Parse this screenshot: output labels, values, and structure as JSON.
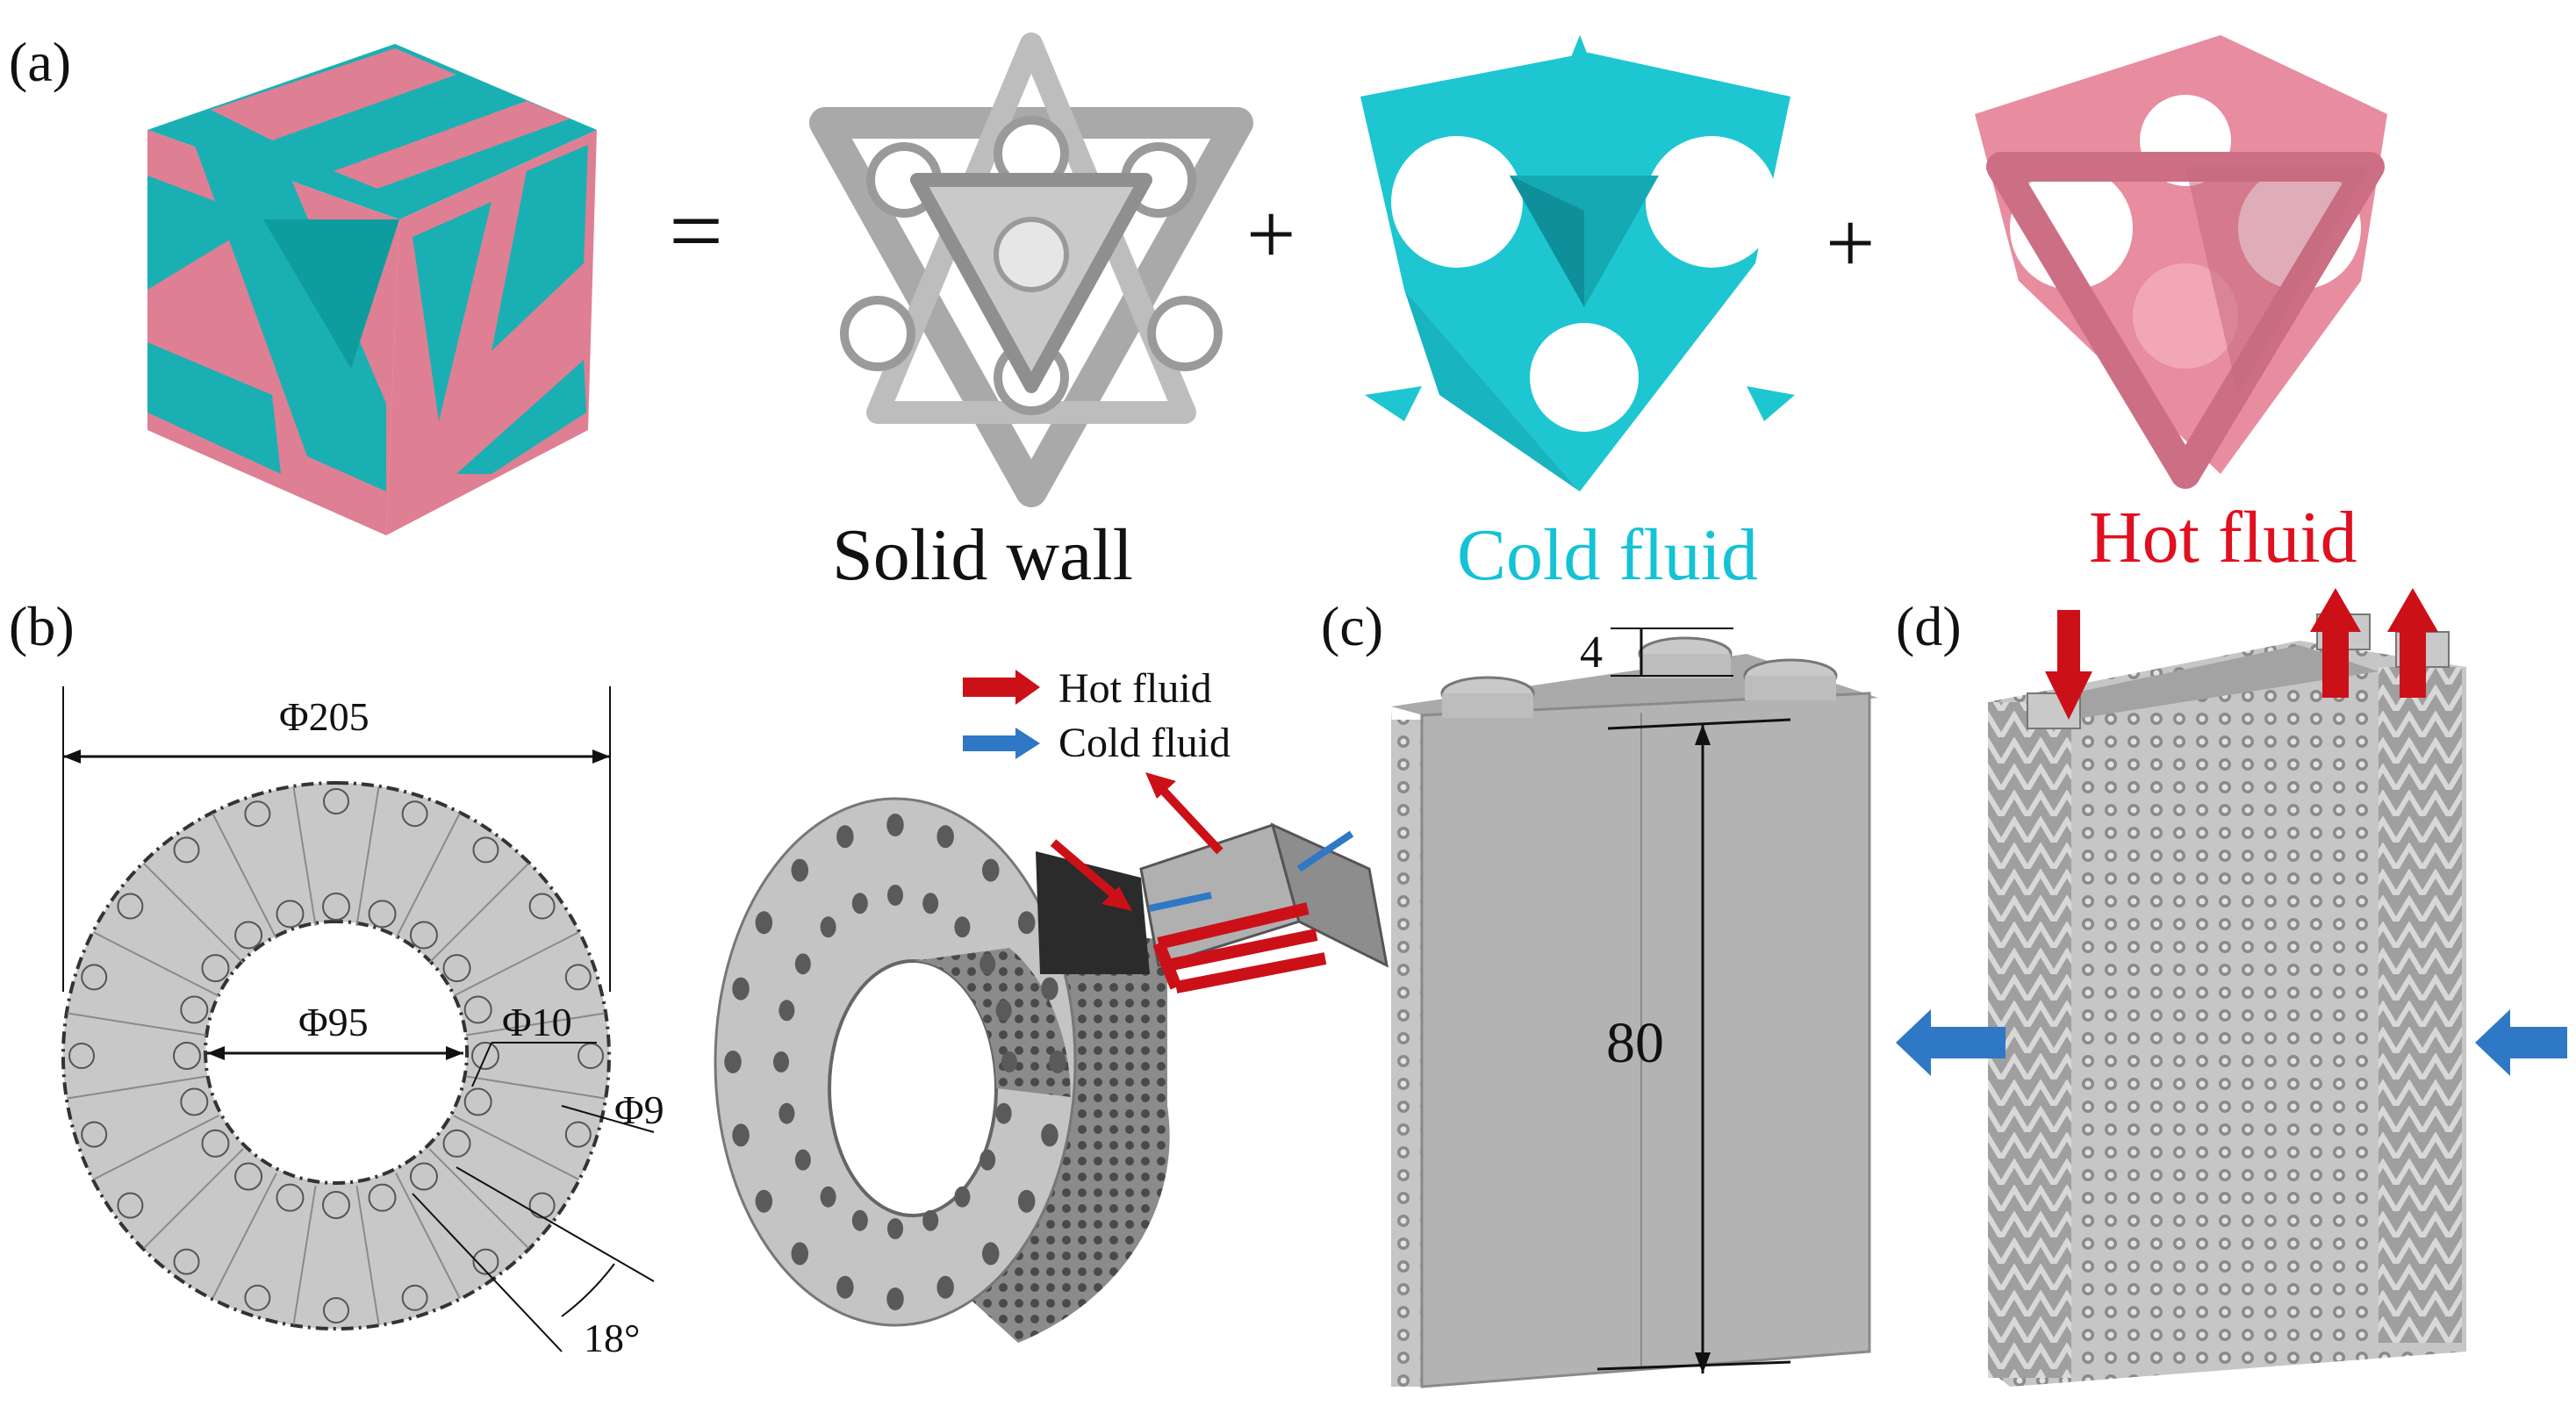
{
  "panels": {
    "a": {
      "letter": "(a)",
      "equals": "=",
      "plus": "+",
      "captions": {
        "solid": "Solid wall",
        "cold": "Cold fluid",
        "hot": "Hot fluid"
      }
    },
    "b": {
      "letter": "(b)",
      "dims": {
        "outer": "Φ205",
        "inner": "Φ95",
        "hole10": "Φ10",
        "hole9": "Φ9",
        "angle": "18°"
      },
      "legend": {
        "hot": "Hot fluid",
        "cold": "Cold fluid"
      }
    },
    "c": {
      "letter": "(c)",
      "dims": {
        "top": "4",
        "height": "80"
      }
    },
    "d": {
      "letter": "(d)"
    }
  },
  "colors": {
    "pink": "#de7f93",
    "teal": "#1ab0b3",
    "cyan": "#1ec6d2",
    "gray": "#b9b9b9",
    "red": "#cc1018",
    "blue": "#2e78c6",
    "hot_caption": "#e0101f",
    "cold_caption": "#15c2d6"
  }
}
